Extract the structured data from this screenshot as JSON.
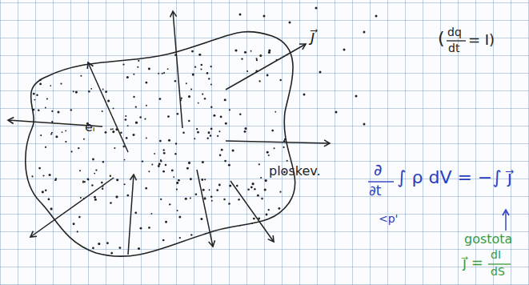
{
  "diagram": {
    "labels": [
      "j⃗",
      "(",
      "dq",
      "dt",
      "= I)",
      "eᵢ",
      "ploskev.",
      "∂",
      "∂t",
      "∫ ρ dV = −∫ j⃗",
      "<p'",
      "gostota",
      "j⃗ =",
      "dI",
      "dS"
    ]
  }
}
